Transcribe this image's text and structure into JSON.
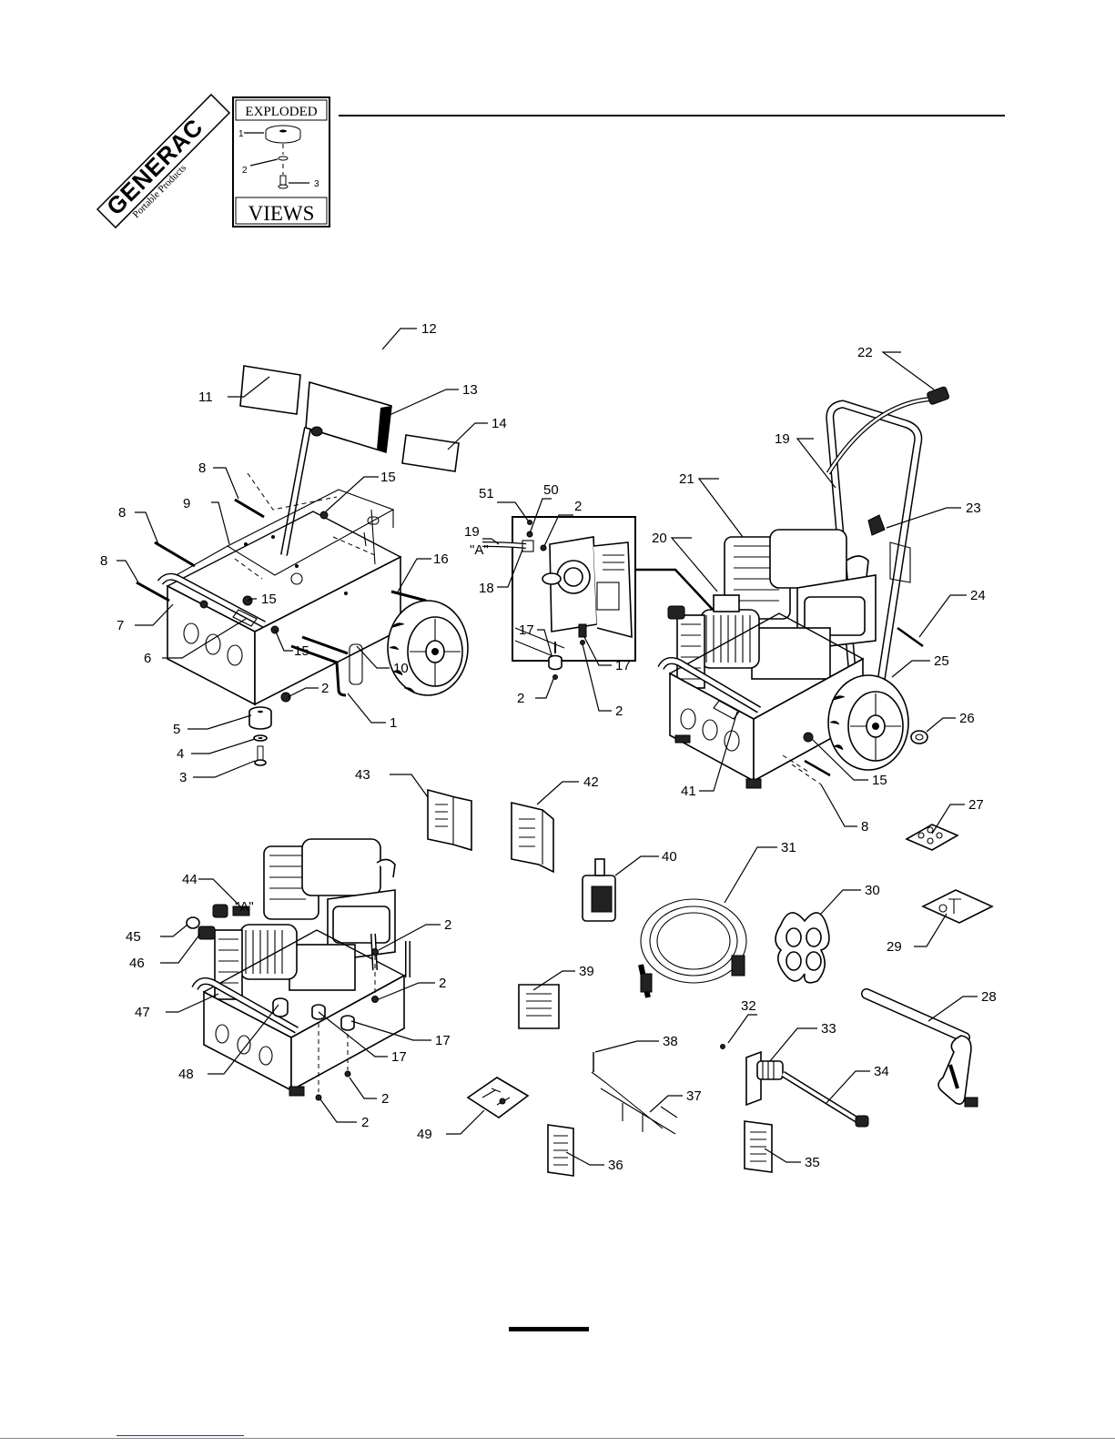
{
  "brand": {
    "logo_text": "GENERAC",
    "logo_subtext": "Portable Products"
  },
  "badge": {
    "top_text": "EXPLODED",
    "bottom_text": "VIEWS",
    "callouts": [
      "1",
      "2",
      "3"
    ]
  },
  "diagram": {
    "callout_labels": [
      "12",
      "11",
      "13",
      "14",
      "22",
      "19",
      "21",
      "23",
      "20",
      "24",
      "25",
      "26",
      "8",
      "15",
      "9",
      "16",
      "8",
      "8",
      "7",
      "6",
      "15",
      "15",
      "2",
      "10",
      "1",
      "5",
      "4",
      "3",
      "51",
      "50",
      "2",
      "19",
      "\"A\"",
      "18",
      "17",
      "17",
      "2",
      "2",
      "41",
      "15",
      "8",
      "43",
      "42",
      "27",
      "40",
      "31",
      "30",
      "44",
      "\"A\"",
      "45",
      "46",
      "2",
      "2",
      "47",
      "17",
      "17",
      "48",
      "2",
      "2",
      "39",
      "29",
      "28",
      "32",
      "33",
      "38",
      "34",
      "37",
      "49",
      "36",
      "35"
    ]
  }
}
